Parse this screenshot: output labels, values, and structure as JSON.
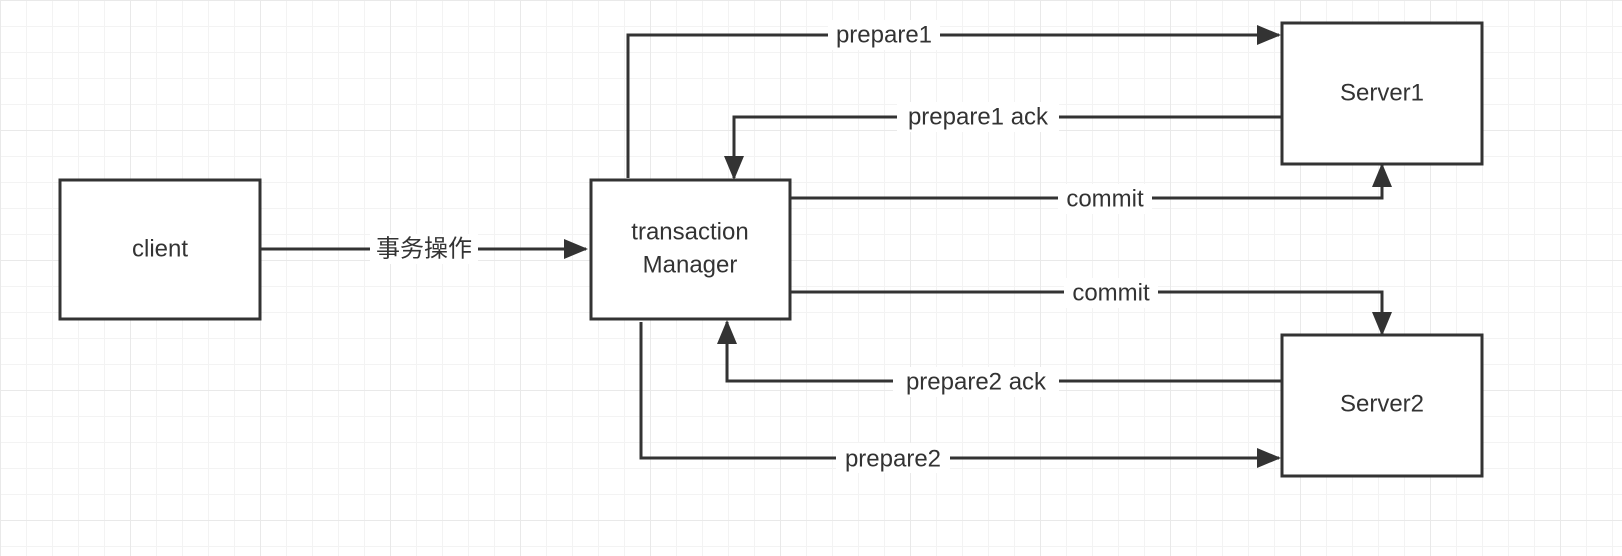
{
  "nodes": {
    "client": "client",
    "tm_line1": "transaction",
    "tm_line2": "Manager",
    "server1": "Server1",
    "server2": "Server2"
  },
  "edges": {
    "txn_op": "事务操作",
    "prepare1": "prepare1",
    "prepare1_ack": "prepare1 ack",
    "commit1": "commit",
    "commit2": "commit",
    "prepare2_ack": "prepare2 ack",
    "prepare2": "prepare2"
  },
  "colors": {
    "stroke": "#333333",
    "background": "#ffffff",
    "grid": "#e9e9e9"
  }
}
